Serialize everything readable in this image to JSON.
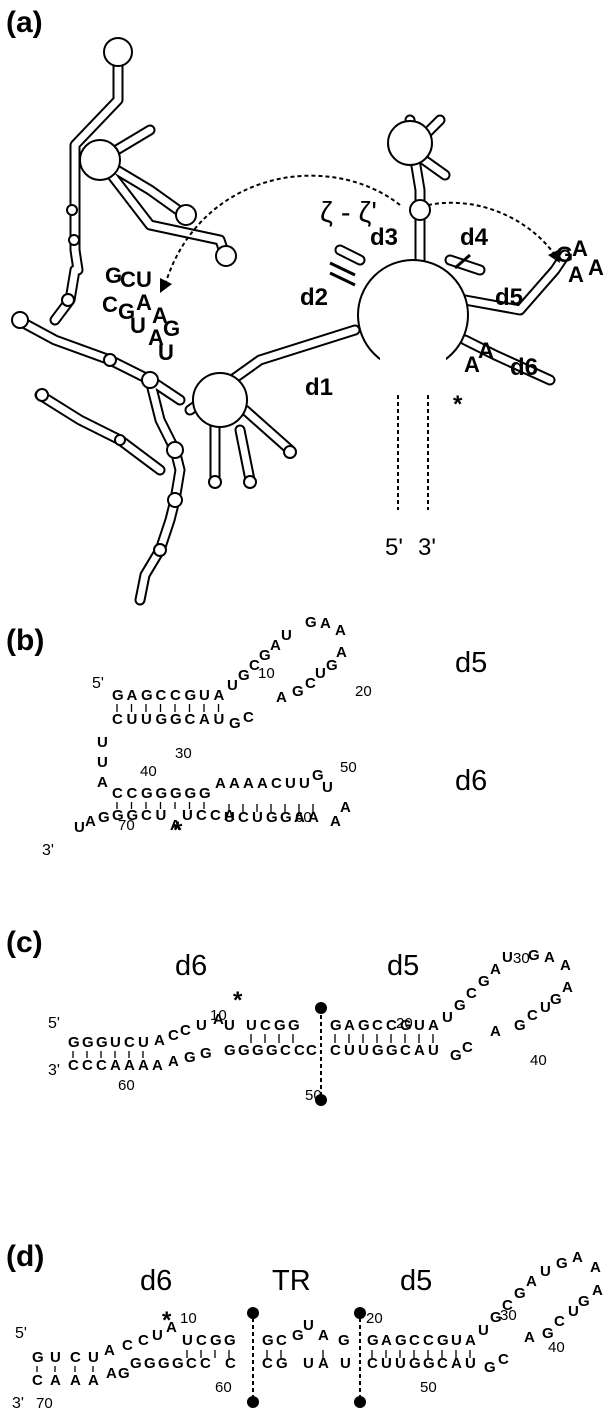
{
  "panels": {
    "a": {
      "label": "(a)",
      "interaction": "ζ - ζ'",
      "domains": [
        "d1",
        "d2",
        "d3",
        "d4",
        "d5",
        "d6"
      ],
      "ends": [
        "5'",
        "3'"
      ],
      "star": "*",
      "loop_seq_left": [
        "G",
        "C",
        "U",
        "C",
        "G",
        "U",
        "A",
        "A",
        "G",
        "U",
        "A",
        "U"
      ],
      "loop_seq_right": [
        "G",
        "A",
        "A",
        "A"
      ],
      "a_nt": "A"
    },
    "b": {
      "label": "(b)",
      "d5": "d5",
      "d6": "d6",
      "five": "5'",
      "three": "3'",
      "star": "*",
      "numbers": [
        "10",
        "20",
        "30",
        "40",
        "50",
        "60",
        "70"
      ]
    },
    "c": {
      "label": "(c)",
      "d6": "d6",
      "d5": "d5",
      "five": "5'",
      "three": "3'",
      "star": "*",
      "numbers": [
        "10",
        "20",
        "30",
        "40",
        "50",
        "60"
      ]
    },
    "d": {
      "label": "(d)",
      "d6": "d6",
      "tr": "TR",
      "d5": "d5",
      "five": "5'",
      "three": "3'",
      "star": "*",
      "numbers": [
        "10",
        "20",
        "30",
        "40",
        "50",
        "60",
        "70"
      ]
    }
  }
}
